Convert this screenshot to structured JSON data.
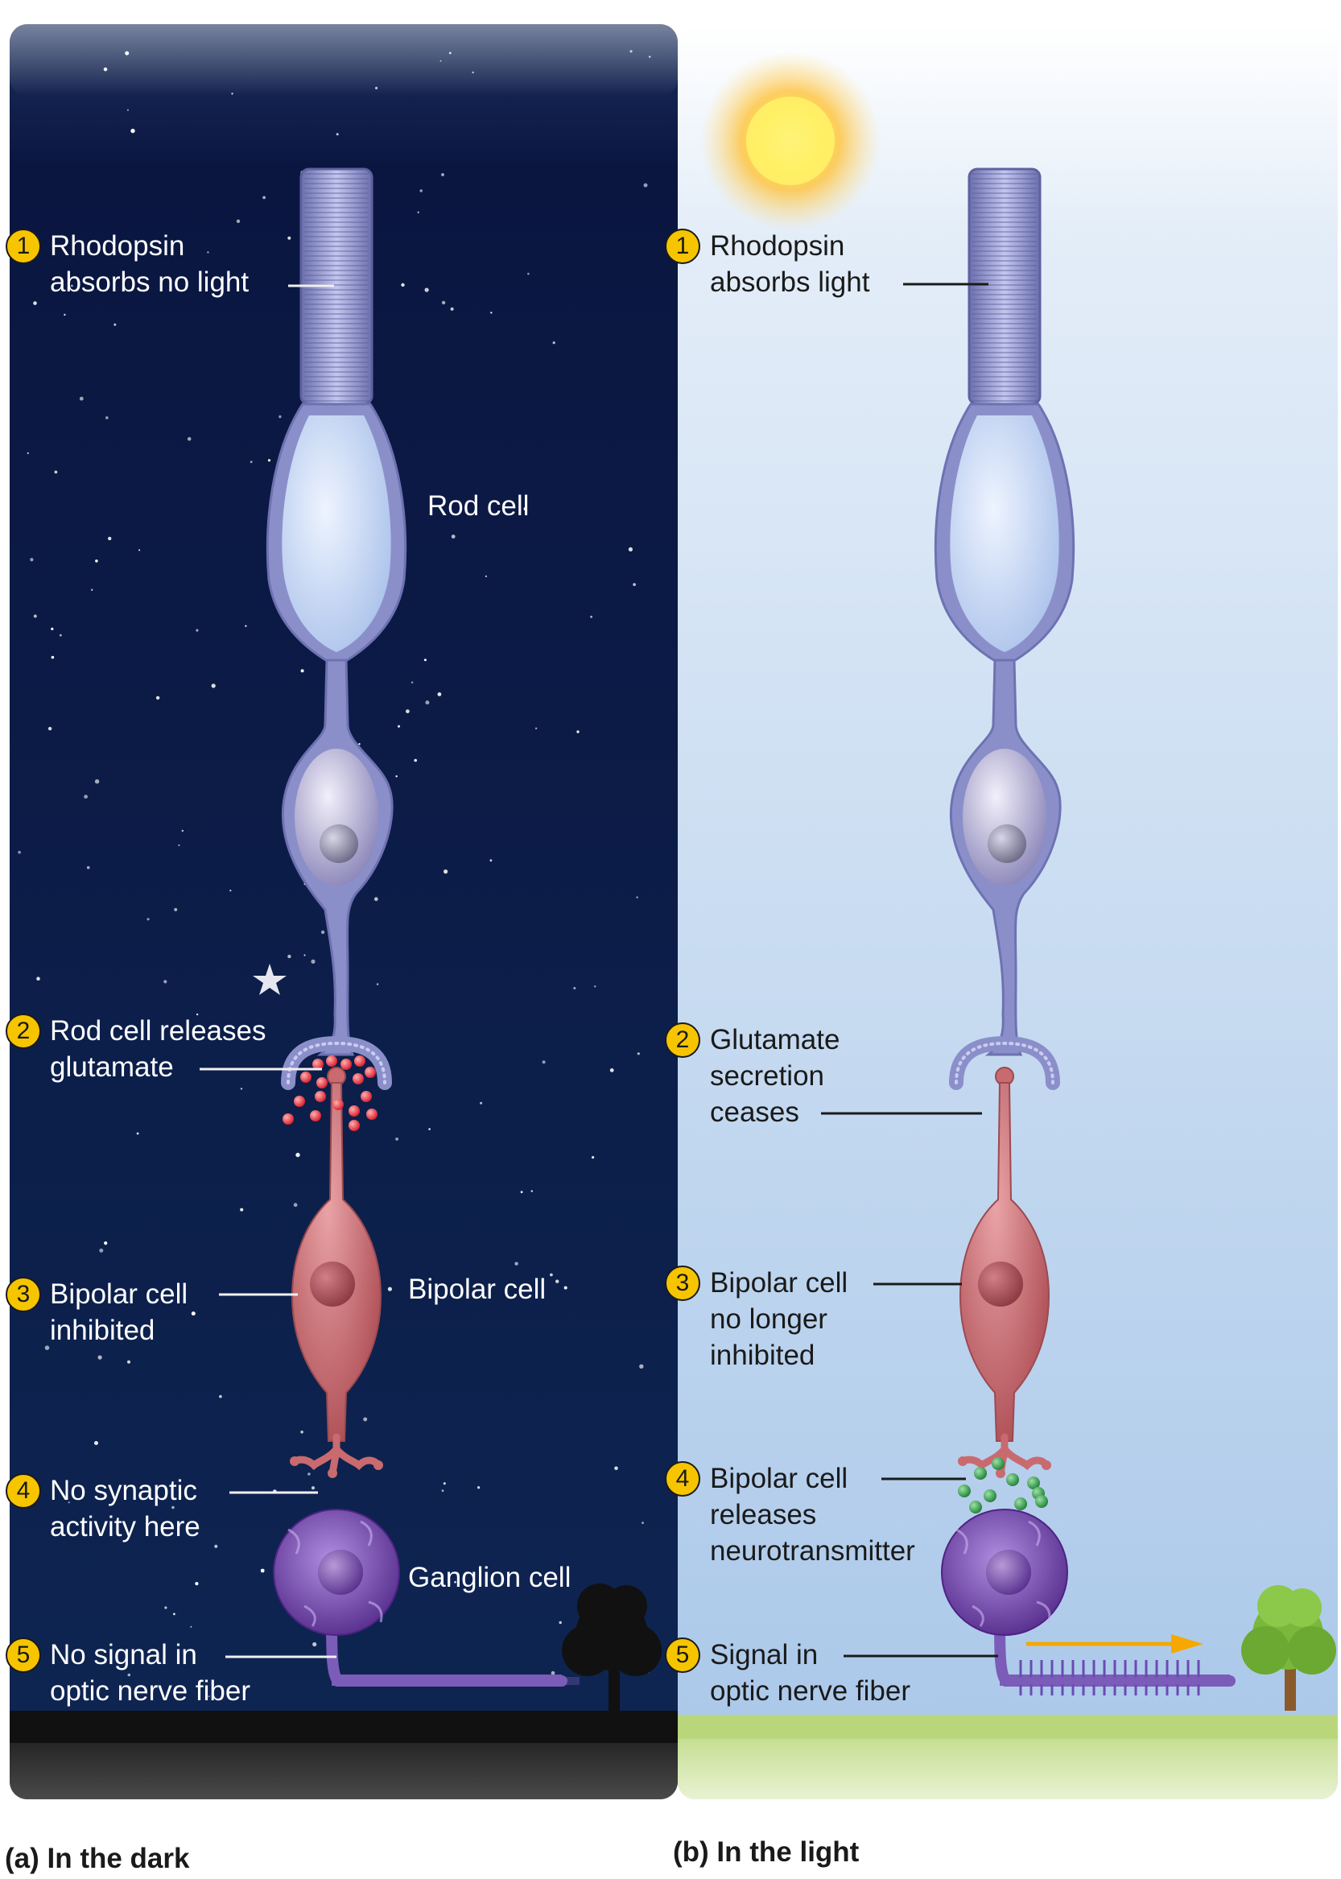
{
  "colors": {
    "night_top": "#1c2f5c",
    "night_bottom": "#0e2552",
    "sky_top": "#ffffff",
    "sky_bottom": "#a9c7e9",
    "badge": "#f6c500",
    "rod": "#8b8fc9",
    "bipolar": "#c96a6f",
    "ganglion": "#6f3fa0",
    "glutamate": "#e02030",
    "neurotransmitter": "#2f9a44",
    "signal_arrow": "#f6a800",
    "grass": "#b9d77a"
  },
  "icons": [
    "sun-icon",
    "star-icon",
    "tree-silhouette-icon",
    "tree-icon",
    "arrow-right-icon"
  ],
  "panel_dark": {
    "steps": [
      {
        "num": "1",
        "lines": [
          "Rhodopsin",
          "absorbs no light"
        ]
      },
      {
        "num": "2",
        "lines": [
          "Rod cell releases",
          "glutamate"
        ]
      },
      {
        "num": "3",
        "lines": [
          "Bipolar cell",
          "inhibited"
        ]
      },
      {
        "num": "4",
        "lines": [
          "No synaptic",
          "activity here"
        ]
      },
      {
        "num": "5",
        "lines": [
          "No signal in",
          "optic nerve fiber"
        ]
      }
    ],
    "cell_labels": {
      "rod": "Rod cell",
      "bipolar": "Bipolar cell",
      "ganglion": "Ganglion cell"
    },
    "caption": "(a) In the dark"
  },
  "panel_light": {
    "steps": [
      {
        "num": "1",
        "lines": [
          "Rhodopsin",
          "absorbs light"
        ]
      },
      {
        "num": "2",
        "lines": [
          "Glutamate",
          "secretion",
          "ceases"
        ]
      },
      {
        "num": "3",
        "lines": [
          "Bipolar cell",
          "no longer",
          "inhibited"
        ]
      },
      {
        "num": "4",
        "lines": [
          "Bipolar cell",
          "releases",
          "neurotransmitter"
        ]
      },
      {
        "num": "5",
        "lines": [
          "Signal in",
          "optic nerve fiber"
        ]
      }
    ],
    "caption": "(b) In the light"
  }
}
